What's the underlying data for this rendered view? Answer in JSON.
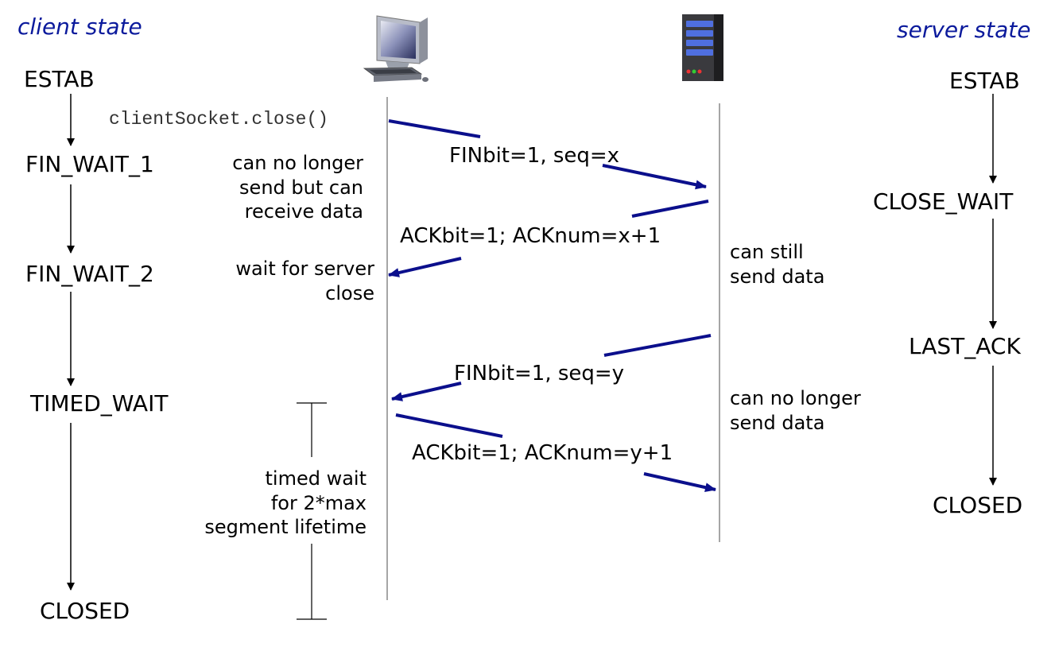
{
  "headers": {
    "client": "client state",
    "server": "server state"
  },
  "client_states": [
    "ESTAB",
    "FIN_WAIT_1",
    "FIN_WAIT_2",
    "TIMED_WAIT",
    "CLOSED"
  ],
  "server_states": [
    "ESTAB",
    "CLOSE_WAIT",
    "LAST_ACK",
    "CLOSED"
  ],
  "call": "clientSocket.close()",
  "messages": {
    "fin_client": "FINbit=1, seq=x",
    "ack_server": "ACKbit=1; ACKnum=x+1",
    "fin_server": "FINbit=1, seq=y",
    "ack_client": "ACKbit=1; ACKnum=y+1"
  },
  "notes": {
    "fin_wait_1": [
      "can no longer",
      "send but can",
      "receive data"
    ],
    "fin_wait_2": [
      "wait for server",
      "close"
    ],
    "server_still": [
      "can still",
      "send data"
    ],
    "server_no_longer": [
      "can no longer",
      "send data"
    ],
    "timed_wait": [
      "timed wait",
      "for 2*max",
      "segment lifetime"
    ]
  },
  "icons": {
    "client": "desktop-computer-icon",
    "server": "server-tower-icon"
  },
  "colors": {
    "header": "#0b1a9c",
    "message_arrow": "#0b0f8c"
  }
}
